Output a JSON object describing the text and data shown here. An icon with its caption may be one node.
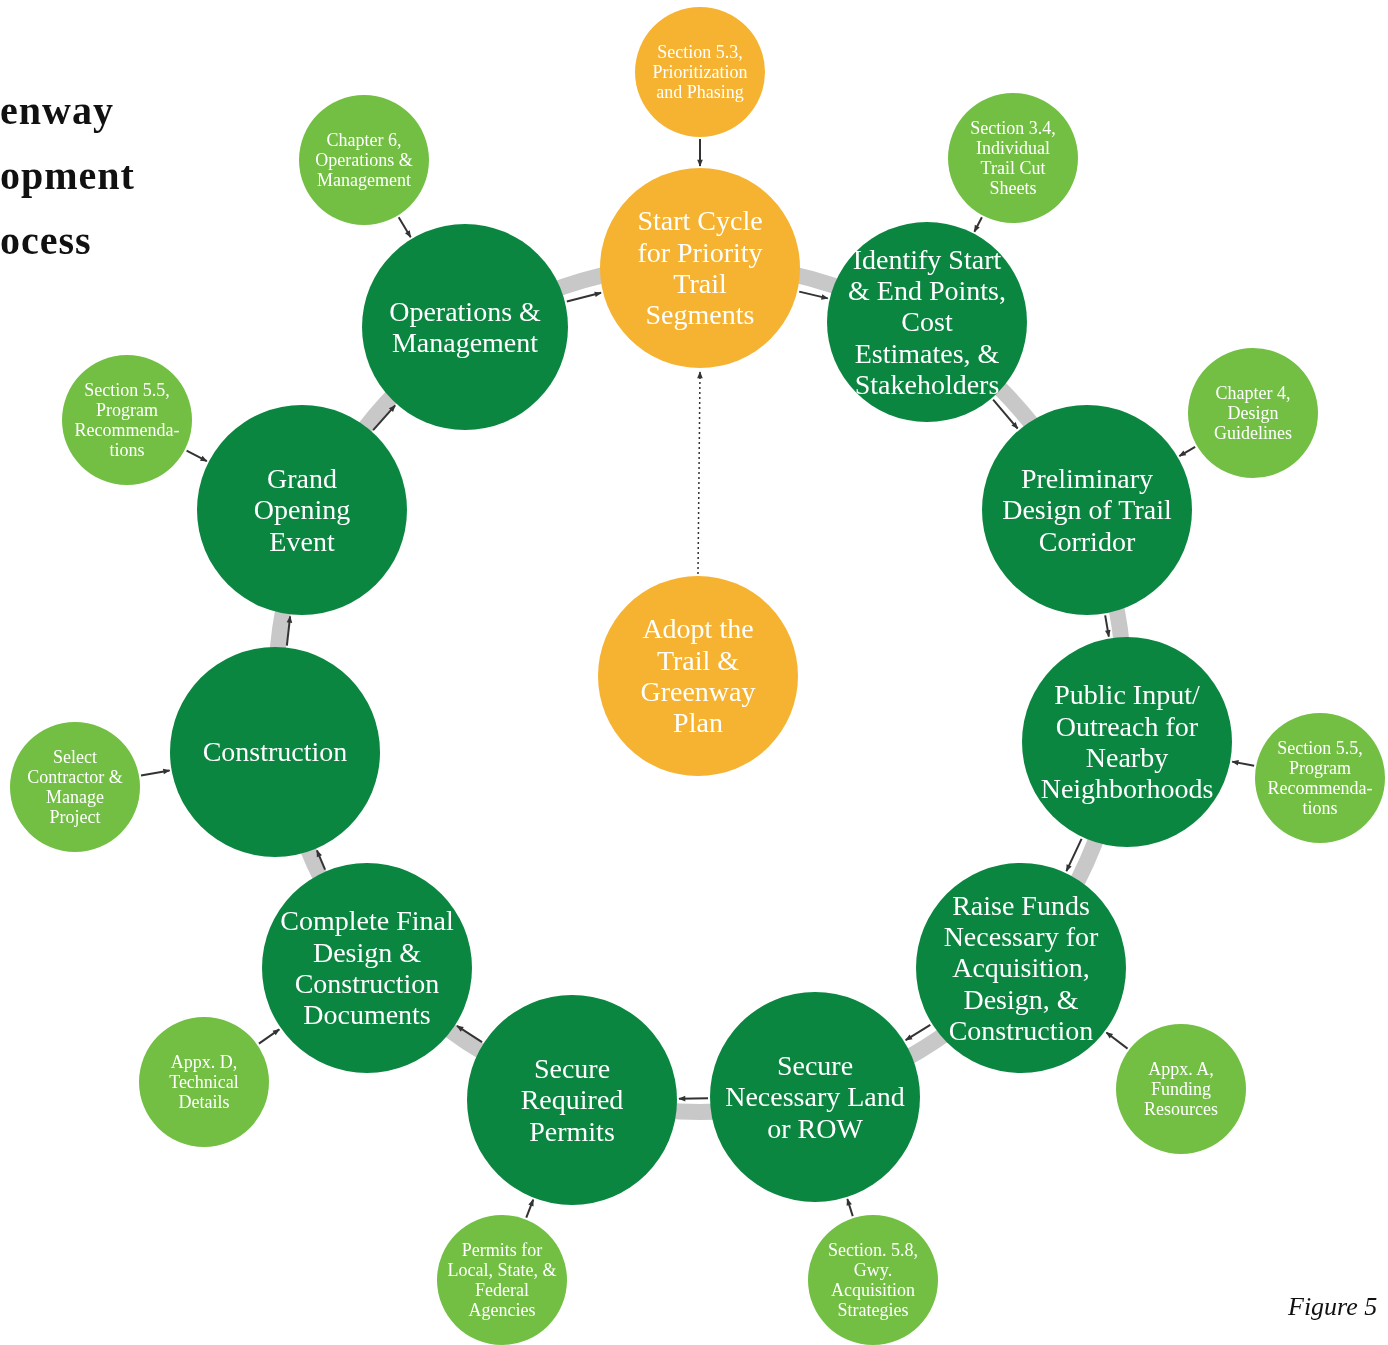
{
  "diagram": {
    "title": "enway opment ocess",
    "caption": "Figure 5",
    "nodes": [
      {
        "text": [
          "Start Cycle for Priority Trail Segments"
        ]
      },
      {
        "text": [
          "Identify Start & End Points, Cost Estimates, & Stakeholders"
        ]
      },
      {
        "text": [
          "Preliminary Design of Trail Corridor"
        ]
      },
      {
        "text": [
          "Public Input/ Outreach for Nearby Neighborhoods"
        ]
      },
      {
        "text": [
          "Raise Funds Necessary for Acquisition, Design, & Construction"
        ]
      },
      {
        "text": [
          "Secure Necessary Land or ROW"
        ]
      },
      {
        "text": [
          "Secure Required Permits"
        ]
      },
      {
        "text": [
          "Complete Final Design & Construction Documents"
        ]
      },
      {
        "text": [
          "Construction"
        ]
      },
      {
        "text": [
          "Grand Opening Event"
        ]
      },
      {
        "text": [
          "Operations & Management"
        ]
      },
      {
        "text": [
          "Adopt the Trail & Greenway Plan"
        ]
      },
      {
        "text": [
          "Section 5.3, Prioritization and Phasing"
        ]
      },
      {
        "text": [
          "Section 3.4, Individual Trail Cut Sheets"
        ]
      },
      {
        "text": [
          "Chapter 6, Operations & Management"
        ]
      },
      {
        "text": [
          "Chapter 4, Design Guidelines"
        ]
      },
      {
        "text": [
          "Section 5.5, Program Recommenda- tions"
        ]
      },
      {
        "text": [
          "Section 5.5, Program Recommenda- tions"
        ]
      },
      {
        "text": [
          "Select Contractor & Manage Project"
        ]
      },
      {
        "text": [
          "Appx. D, Technical Details"
        ]
      },
      {
        "text": [
          "Appx. A, Funding Resources"
        ]
      },
      {
        "text": [
          "Permits for Local, State, & Federal Agencies"
        ]
      },
      {
        "text": [
          "Section. 5.8, Gwy. Acquisition Strategies"
        ]
      }
    ],
    "edges": [
      {
        "from": 0,
        "to": 1,
        "arrow": "to"
      },
      {
        "from": 1,
        "to": 2,
        "arrow": "to"
      },
      {
        "from": 2,
        "to": 3,
        "arrow": "to"
      },
      {
        "from": 3,
        "to": 4,
        "arrow": "to"
      },
      {
        "from": 4,
        "to": 5,
        "arrow": "to"
      },
      {
        "from": 5,
        "to": 6,
        "arrow": "to"
      },
      {
        "from": 6,
        "to": 7,
        "arrow": "to"
      },
      {
        "from": 7,
        "to": 8,
        "arrow": "to"
      },
      {
        "from": 8,
        "to": 9,
        "arrow": "to"
      },
      {
        "from": 9,
        "to": 10,
        "arrow": "to"
      },
      {
        "from": 10,
        "to": 0,
        "arrow": "to"
      },
      {
        "from": 11,
        "to": 0,
        "arrow": "to",
        "style": "dashed"
      },
      {
        "from": 12,
        "to": 0,
        "arrow": "to"
      },
      {
        "from": 13,
        "to": 1,
        "arrow": "to"
      },
      {
        "from": 14,
        "to": 10,
        "arrow": "to"
      },
      {
        "from": 15,
        "to": 2,
        "arrow": "to"
      },
      {
        "from": 16,
        "to": 9,
        "arrow": "to"
      },
      {
        "from": 17,
        "to": 3,
        "arrow": "to"
      },
      {
        "from": 18,
        "to": 8,
        "arrow": "to"
      },
      {
        "from": 19,
        "to": 7,
        "arrow": "to"
      },
      {
        "from": 20,
        "to": 4,
        "arrow": "to"
      },
      {
        "from": 21,
        "to": 6,
        "arrow": "to"
      },
      {
        "from": 22,
        "to": 5,
        "arrow": "to"
      }
    ]
  }
}
